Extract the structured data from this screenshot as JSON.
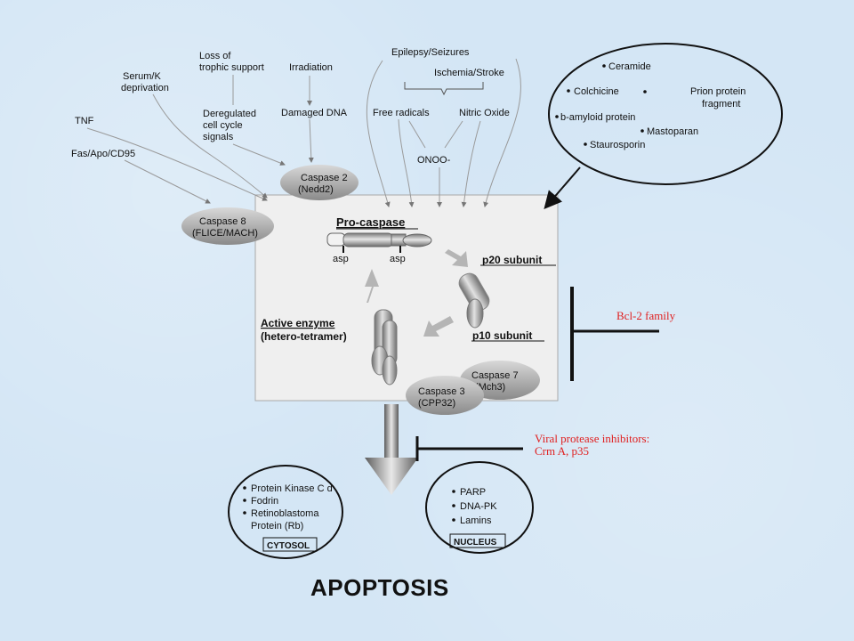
{
  "stimuli": {
    "serum_k_1": "Serum/K",
    "serum_k_2": "deprivation",
    "trophic_1": "Loss of",
    "trophic_2": "trophic support",
    "irradiation": "Irradiation",
    "epilepsy": "Epilepsy/Seizures",
    "ischemia": "Ischemia/Stroke",
    "tnf": "TNF",
    "deregulated_1": "Deregulated",
    "deregulated_2": "cell cycle",
    "deregulated_3": "signals",
    "damaged_dna": "Damaged DNA",
    "free_radicals": "Free radicals",
    "nitric_oxide": "Nitric Oxide",
    "fas": "Fas/Apo/CD95",
    "onoo": "ONOO-"
  },
  "inducers_ellipse": {
    "ceramide": "Ceramide",
    "colchicine": "Colchicine",
    "prion_1": "Prion protein",
    "prion_2": "fragment",
    "amyloid": "b-amyloid protein",
    "mastoparan": "Mastoparan",
    "staurosporin": "Staurosporin"
  },
  "caspases": {
    "c2_name": "Caspase 2",
    "c2_alias": "(Nedd2)",
    "c8_name": "Caspase 8",
    "c8_alias": "(FLICE/MACH)",
    "c7_name": "Caspase 7",
    "c7_alias": "(Mch3)",
    "c3_name": "Caspase 3",
    "c3_alias": "(CPP32)"
  },
  "central_box": {
    "pro_caspase": "Pro-caspase",
    "asp_left": "asp",
    "asp_right": "asp",
    "p20": "p20 subunit",
    "p10": "p10 subunit",
    "active_1": "Active enzyme",
    "active_2": "(hetero-tetramer)"
  },
  "inhibitors": {
    "bcl2": "Bcl-2 family",
    "viral_1": "Viral protease inhibitors:",
    "viral_2": "Crm A, p35"
  },
  "cytosol": {
    "items": [
      "Protein Kinase C d",
      "Fodrin",
      "Retinoblastoma",
      "Protein (Rb)"
    ],
    "label": "CYTOSOL"
  },
  "nucleus": {
    "items": [
      "PARP",
      "DNA-PK",
      "Lamins"
    ],
    "label": "NUCLEUS"
  },
  "outcome": "APOPTOSIS"
}
